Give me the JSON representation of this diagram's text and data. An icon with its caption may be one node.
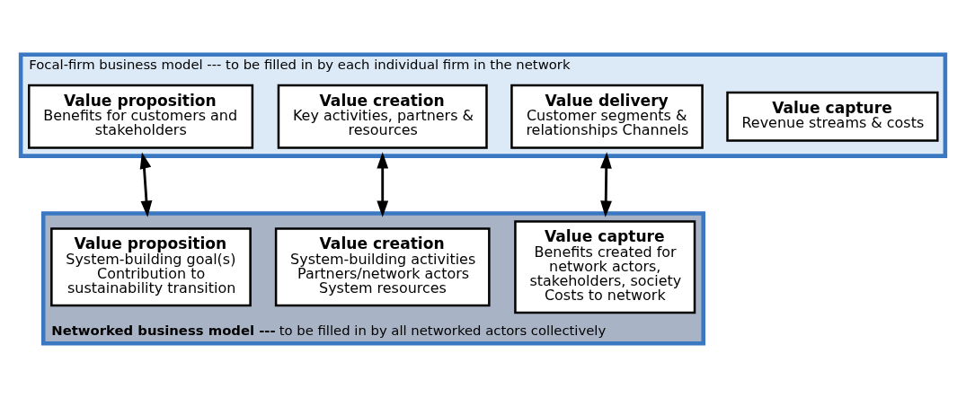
{
  "diagram": {
    "nodes": [
      {
        "text": [
          "Focal-firm business model --- to be filled in by each individual firm in the network"
        ]
      },
      {
        "text": [
          "Value proposition",
          "Benefits for customers and stakeholders"
        ],
        "in": 0
      },
      {
        "text": [
          "Value creation",
          "Key activities, partners & resources"
        ],
        "in": 0
      },
      {
        "text": [
          "Value delivery",
          "Customer segments & relationships Channels"
        ],
        "in": 0
      },
      {
        "text": [
          "Value capture",
          "Revenue streams & costs"
        ],
        "in": 0
      },
      {
        "text": [
          "**Networked business model ---** to be filled in by all networked actors collectively"
        ]
      },
      {
        "text": [
          "Value proposition",
          "System-building goal(s) Contribution to sustainability transition"
        ],
        "in": 5
      },
      {
        "text": [
          "Value creation",
          "System-building activities Partners/network actors System resources"
        ],
        "in": 5
      },
      {
        "text": [
          "Value capture",
          "Benefits created for network actors, stakeholders, society Costs to network"
        ],
        "in": 5
      }
    ],
    "edges": [
      {
        "from": 0,
        "to": 5,
        "arrow": "both"
      },
      {
        "from": 0,
        "to": 5,
        "arrow": "both"
      },
      {
        "from": 0,
        "to": 5,
        "arrow": "both"
      }
    ]
  }
}
